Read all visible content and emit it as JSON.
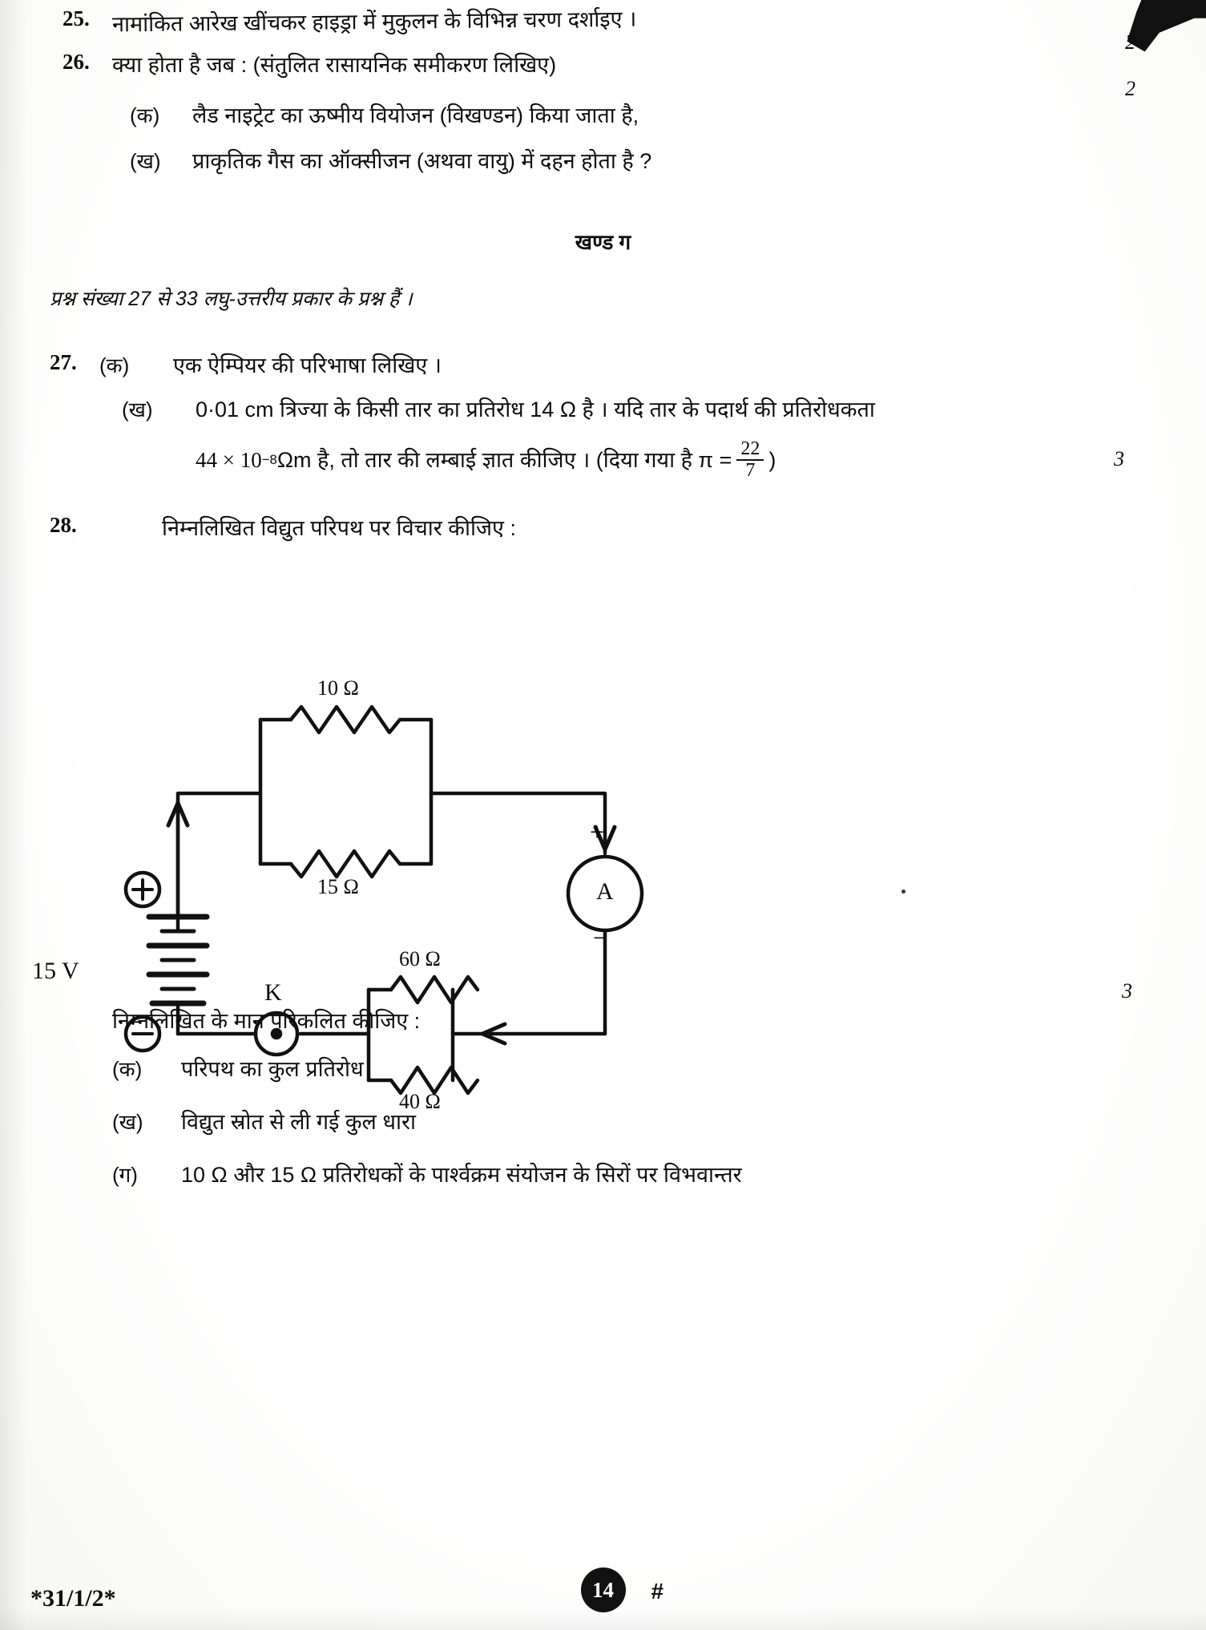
{
  "questions": [
    {
      "number": "25.",
      "part": "",
      "text": "नामांकित आरेख खींचकर हाइड्रा में मुकुलन के विभिन्न चरण दर्शाइए ।",
      "marks": "2"
    },
    {
      "number": "26.",
      "part": "",
      "text": "क्या होता है जब : (संतुलित रासायनिक समीकरण लिखिए)",
      "marks": "2"
    },
    {
      "number": "",
      "part": "(क)",
      "text": "लैड नाइट्रेट का ऊष्मीय वियोजन (विखण्डन) किया जाता है,",
      "marks": ""
    },
    {
      "number": "",
      "part": "(ख)",
      "text": "प्राकृतिक गैस का ऑक्सीजन (अथवा वायु) में दहन होता है ?",
      "marks": ""
    }
  ],
  "section": {
    "heading": "खण्ड ग",
    "instruction": "प्रश्न संख्या 27 से 33 लघु-उत्तरीय प्रकार के प्रश्न हैं ।"
  },
  "q27": {
    "number": "27.",
    "part_a": {
      "label": "(क)",
      "text": "एक ऐम्पियर की परिभाषा लिखिए ।"
    },
    "part_b": {
      "label": "(ख)",
      "line1": "0·01 cm त्रिज्या के किसी तार का प्रतिरोध 14 Ω  है । यदि तार के पदार्थ की प्रतिरोधकता",
      "line2_pre": "44 × 10",
      "line2_exp": "−8",
      "line2_mid": " Ωm है, तो तार की लम्बाई ज्ञात कीजिए । (दिया गया है π = ",
      "fraction_num": "22",
      "fraction_den": "7",
      "line2_post": ")"
    },
    "marks": "3"
  },
  "q28": {
    "number": "28.",
    "text": "निम्नलिखित विद्युत परिपथ पर विचार कीजिए :",
    "marks": "3",
    "circuit": {
      "resistor_top": "10 Ω",
      "resistor_top2": "15 Ω",
      "resistor_bottom": "60 Ω",
      "resistor_bottom2": "40 Ω",
      "battery_voltage": "15 V",
      "battery_plus": "+",
      "battery_minus": "−",
      "ammeter_label": "A",
      "ammeter_plus": "+",
      "ammeter_minus": "−",
      "key_label": "K"
    },
    "prompt": "निम्नलिखित के मान परिकलित कीजिए :",
    "subparts": [
      {
        "label": "(क)",
        "text": "परिपथ का कुल प्रतिरोध"
      },
      {
        "label": "(ख)",
        "text": "विद्युत स्रोत से ली गई कुल धारा"
      },
      {
        "label": "(ग)",
        "text": "10 Ω और 15 Ω  प्रतिरोधकों के पार्श्वक्रम संयोजन के सिरों पर विभवान्तर"
      }
    ]
  },
  "footer": {
    "paper_code": "*31/1/2*",
    "page_number": "14",
    "hash": "#"
  }
}
